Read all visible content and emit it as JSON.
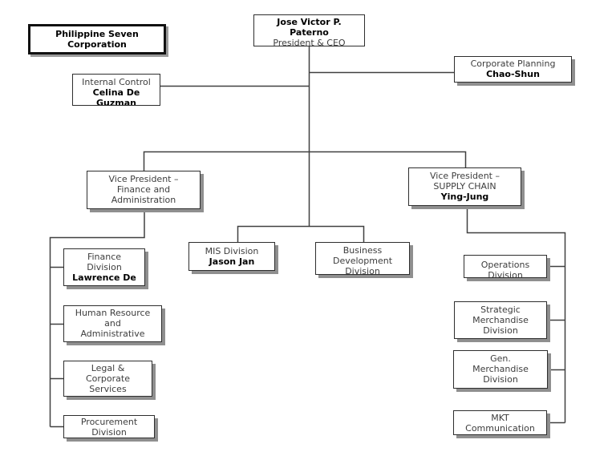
{
  "colors": {
    "background": "#ffffff",
    "box_border": "#2e2e2e",
    "title_box_border": "#111111",
    "connector_line": "#404040",
    "box_shadow": "#8f8f8f",
    "text_regular": "#3d3d3d",
    "text_bold": "#000000"
  },
  "nodes": {
    "company": {
      "lines": [
        {
          "text": "Philippine Seven",
          "bold": true
        },
        {
          "text": "Corporation",
          "bold": true
        }
      ]
    },
    "ceo": {
      "lines": [
        {
          "text": "Jose Victor P.",
          "bold": true
        },
        {
          "text": "Paterno",
          "bold": true
        },
        {
          "text": "President & CEO",
          "bold": false
        }
      ]
    },
    "internal_control": {
      "lines": [
        {
          "text": "Internal Control",
          "bold": false
        },
        {
          "text": "Celina De",
          "bold": true
        },
        {
          "text": "Guzman",
          "bold": true
        }
      ]
    },
    "corporate_planning": {
      "lines": [
        {
          "text": "Corporate Planning",
          "bold": false
        },
        {
          "text": "Chao-Shun",
          "bold": true
        }
      ]
    },
    "vp_finance": {
      "lines": [
        {
          "text": "Vice President –",
          "bold": false
        },
        {
          "text": "Finance and",
          "bold": false
        },
        {
          "text": "Administration",
          "bold": false
        }
      ]
    },
    "vp_supply_chain": {
      "lines": [
        {
          "text": "Vice President –",
          "bold": false
        },
        {
          "text": "SUPPLY CHAIN",
          "bold": false
        },
        {
          "text": "Ying-Jung",
          "bold": true
        }
      ]
    },
    "mis_division": {
      "lines": [
        {
          "text": "MIS Division",
          "bold": false
        },
        {
          "text": "Jason Jan",
          "bold": true
        }
      ]
    },
    "business_development": {
      "lines": [
        {
          "text": "Business",
          "bold": false
        },
        {
          "text": "Development",
          "bold": false
        },
        {
          "text": "Division",
          "bold": false
        }
      ]
    },
    "finance_division": {
      "lines": [
        {
          "text": "Finance",
          "bold": false
        },
        {
          "text": "Division",
          "bold": false
        },
        {
          "text": "Lawrence De",
          "bold": true
        }
      ]
    },
    "human_resource": {
      "lines": [
        {
          "text": "Human Resource",
          "bold": false
        },
        {
          "text": "and",
          "bold": false
        },
        {
          "text": "Administrative",
          "bold": false
        }
      ]
    },
    "legal_corporate": {
      "lines": [
        {
          "text": "Legal &",
          "bold": false
        },
        {
          "text": "Corporate",
          "bold": false
        },
        {
          "text": "Services",
          "bold": false
        }
      ]
    },
    "procurement": {
      "lines": [
        {
          "text": "Procurement",
          "bold": false
        },
        {
          "text": "Division",
          "bold": false
        }
      ]
    },
    "operations": {
      "lines": [
        {
          "text": "Operations",
          "bold": false
        },
        {
          "text": "Division",
          "bold": false
        }
      ]
    },
    "strategic_merchandise": {
      "lines": [
        {
          "text": "Strategic",
          "bold": false
        },
        {
          "text": "Merchandise",
          "bold": false
        },
        {
          "text": "Division",
          "bold": false
        }
      ]
    },
    "gen_merchandise": {
      "lines": [
        {
          "text": "Gen.",
          "bold": false
        },
        {
          "text": "Merchandise",
          "bold": false
        },
        {
          "text": "Division",
          "bold": false
        }
      ]
    },
    "mkt_communication": {
      "lines": [
        {
          "text": "MKT",
          "bold": false
        },
        {
          "text": "Communication",
          "bold": false
        }
      ]
    }
  },
  "hierarchy": [
    {
      "from": "ceo",
      "to": "internal_control"
    },
    {
      "from": "ceo",
      "to": "corporate_planning"
    },
    {
      "from": "ceo",
      "to": "vp_finance"
    },
    {
      "from": "ceo",
      "to": "vp_supply_chain"
    },
    {
      "from": "ceo",
      "to": "mis_division"
    },
    {
      "from": "ceo",
      "to": "business_development"
    },
    {
      "from": "vp_finance",
      "to": "finance_division"
    },
    {
      "from": "vp_finance",
      "to": "human_resource"
    },
    {
      "from": "vp_finance",
      "to": "legal_corporate"
    },
    {
      "from": "vp_finance",
      "to": "procurement"
    },
    {
      "from": "vp_supply_chain",
      "to": "operations"
    },
    {
      "from": "vp_supply_chain",
      "to": "strategic_merchandise"
    },
    {
      "from": "vp_supply_chain",
      "to": "gen_merchandise"
    },
    {
      "from": "vp_supply_chain",
      "to": "mkt_communication"
    }
  ]
}
